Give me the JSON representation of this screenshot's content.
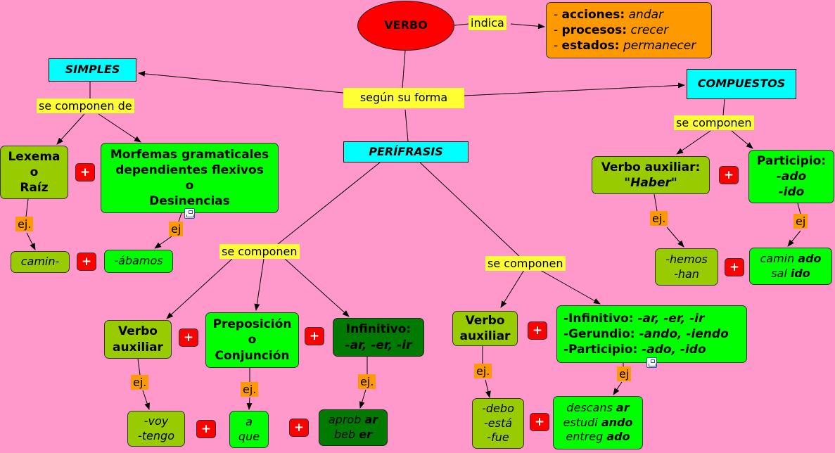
{
  "nodes": {
    "verbo": "VERBO",
    "acciones": {
      "label": "acciones:",
      "value": "andar"
    },
    "procesos": {
      "label": "procesos:",
      "value": "crecer"
    },
    "estados": {
      "label": "estados:",
      "value": "permanecer"
    },
    "simples": "SIMPLES",
    "compuestos": "COMPUESTOS",
    "perifrasis": "PERÍFRASIS",
    "lexema": [
      "Lexema",
      "o",
      "Raíz"
    ],
    "morfemas": [
      "Morfemas gramaticales",
      "dependientes flexivos",
      "o",
      "Desinencias"
    ],
    "camin": "camin-",
    "abamos": "-ábamos",
    "verbo_aux_haber": [
      "Verbo auxiliar:",
      "\"Haber\""
    ],
    "participio_c": [
      "Participio:",
      "-ado",
      "-ido"
    ],
    "hemos": [
      "-hemos",
      "-han"
    ],
    "caminado": [
      {
        "a": "camin ",
        "b": "ado"
      },
      {
        "a": "sal ",
        "b": "ido"
      }
    ],
    "verbo_aux_l": [
      "Verbo",
      "auxiliar"
    ],
    "preposicion": [
      "Preposición",
      "o",
      "Conjunción"
    ],
    "infinitivo_l": [
      "Infinitivo:",
      "-ar, -er, -ir"
    ],
    "voy": [
      "-voy",
      "-tengo"
    ],
    "aque": [
      "a",
      "que"
    ],
    "aprobar": [
      {
        "a": "aprob ",
        "b": "ar"
      },
      {
        "a": "beb ",
        "b": "er"
      }
    ],
    "verbo_aux_r": [
      "Verbo",
      "auxiliar"
    ],
    "formas": [
      {
        "a": "-Infinitivo: ",
        "b": "-ar, -er, -ir"
      },
      {
        "a": "-Gerundio: ",
        "b": "-ando, -iendo"
      },
      {
        "a": "-Participio: ",
        "b": "-ado, -ido"
      }
    ],
    "debo": [
      "-debo",
      "-está",
      "-fue"
    ],
    "descansar": [
      {
        "a": "descans ",
        "b": "ar"
      },
      {
        "a": "estudi ",
        "b": "ando"
      },
      {
        "a": "entreg ",
        "b": "ado"
      }
    ]
  },
  "links": {
    "indica": "indica",
    "segun": "según su forma",
    "se_componen_de": "se componen de",
    "se_componen": "se componen",
    "ej_dot": "ej.",
    "ej": "ej"
  },
  "plus": "+",
  "colors": {
    "background": "#ff99cc",
    "light_green": "#99cc00",
    "bright_green": "#00ff00",
    "dark_green": "#007a00",
    "cyan": "#00ffff",
    "orange": "#ff9900",
    "red": "#ff0000",
    "yellow": "#ffff33"
  }
}
